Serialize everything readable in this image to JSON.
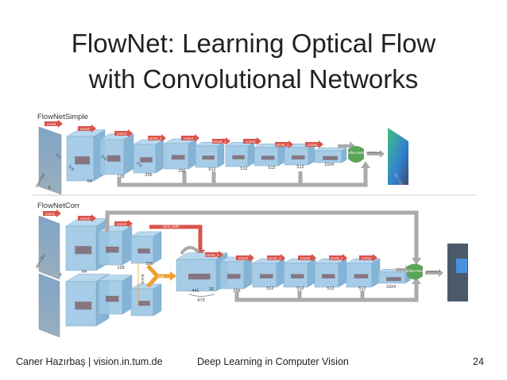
{
  "slide": {
    "title_line1": "FlowNet: Learning Optical Flow",
    "title_line2": "with Convolutional Networks",
    "footer_left": "Caner Hazırbaş | vision.in.tum.de",
    "footer_center": "Deep Learning in Computer Vision",
    "page_number": "24"
  },
  "simple": {
    "label": "FlowNetSimple",
    "input_size": "384 × 512",
    "input_channels": "6",
    "layers": [
      "conv1",
      "conv2",
      "conv3",
      "conv3_1",
      "conv4",
      "conv4_1",
      "conv5",
      "conv5_1",
      "conv6"
    ],
    "channels": [
      "64",
      "128",
      "256",
      "256",
      "512",
      "512",
      "512",
      "512",
      "1024"
    ],
    "kernels": [
      "7×7",
      "5×5",
      "5×5",
      "3×3"
    ],
    "refinement": "refine-ment",
    "prediction": "prediction",
    "output_size": "136 × 320"
  },
  "corr": {
    "label": "FlowNetCorr",
    "input_size": "384 × 512",
    "input_channels": "3",
    "layers": [
      "conv1",
      "conv2",
      "conv3",
      "conv_redir",
      "corr",
      "kernel",
      "conv3_1",
      "conv4",
      "conv4_1",
      "conv5",
      "conv5_1",
      "conv6"
    ],
    "channels_top": [
      "64",
      "128",
      "256"
    ],
    "corr_channels": "441",
    "redir_channels": "32",
    "total_channels": "473",
    "channels_after": [
      "256",
      "512",
      "512",
      "512",
      "512",
      "1024"
    ],
    "refinement": "refine-ment",
    "prediction": "prediction"
  },
  "colors": {
    "box": "#9cc6e4",
    "conv": "#d9534a",
    "skip": "#aaaaaa",
    "refine": "#5aa55a",
    "corr": "#f0a030"
  }
}
